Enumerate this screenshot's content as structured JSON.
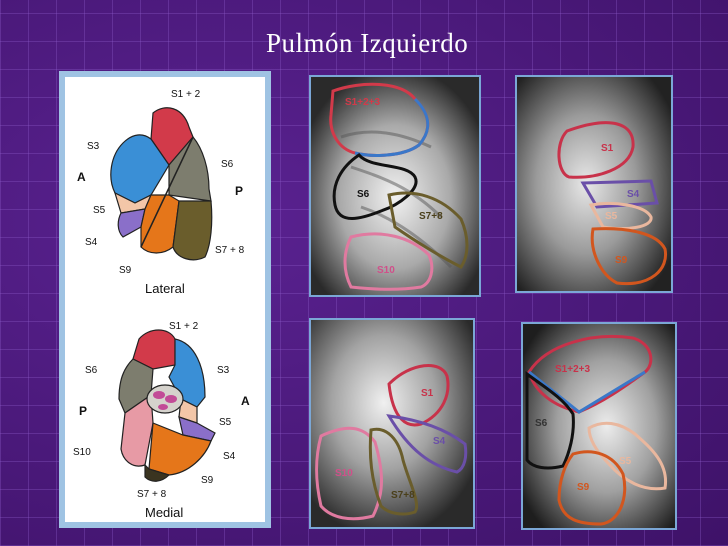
{
  "title": "Pulmón Izquierdo",
  "diagram": {
    "lateral": {
      "caption": "Lateral",
      "labels": {
        "s12": "S1 + 2",
        "s3": "S3",
        "s6": "S6",
        "a": "A",
        "p": "P",
        "s5": "S5",
        "s4": "S4",
        "s78": "S7 + 8",
        "s9": "S9"
      }
    },
    "medial": {
      "caption": "Medial",
      "labels": {
        "s12": "S1 + 2",
        "s6": "S6",
        "s3": "S3",
        "p": "P",
        "a": "A",
        "s5": "S5",
        "s10": "S10",
        "s4": "S4",
        "s9": "S9",
        "s78": "S7 + 8"
      }
    }
  },
  "xrays": [
    {
      "labels": [
        "S1+2+3",
        "S6",
        "S7+8",
        "S10"
      ]
    },
    {
      "labels": [
        "S1",
        "S4",
        "S5",
        "S9"
      ]
    },
    {
      "labels": [
        "S1",
        "S4",
        "S10",
        "S7+8"
      ]
    },
    {
      "labels": [
        "S1+2+3",
        "S6",
        "S5",
        "S9"
      ]
    }
  ],
  "colors": {
    "red": "#d23a4a",
    "blue": "#3a8fd6",
    "gray": "#7d7d6e",
    "peach": "#f3c6a8",
    "purple": "#8a6fc9",
    "orange": "#e5761a",
    "olive": "#6a5d2c",
    "pink": "#e79aa5"
  }
}
